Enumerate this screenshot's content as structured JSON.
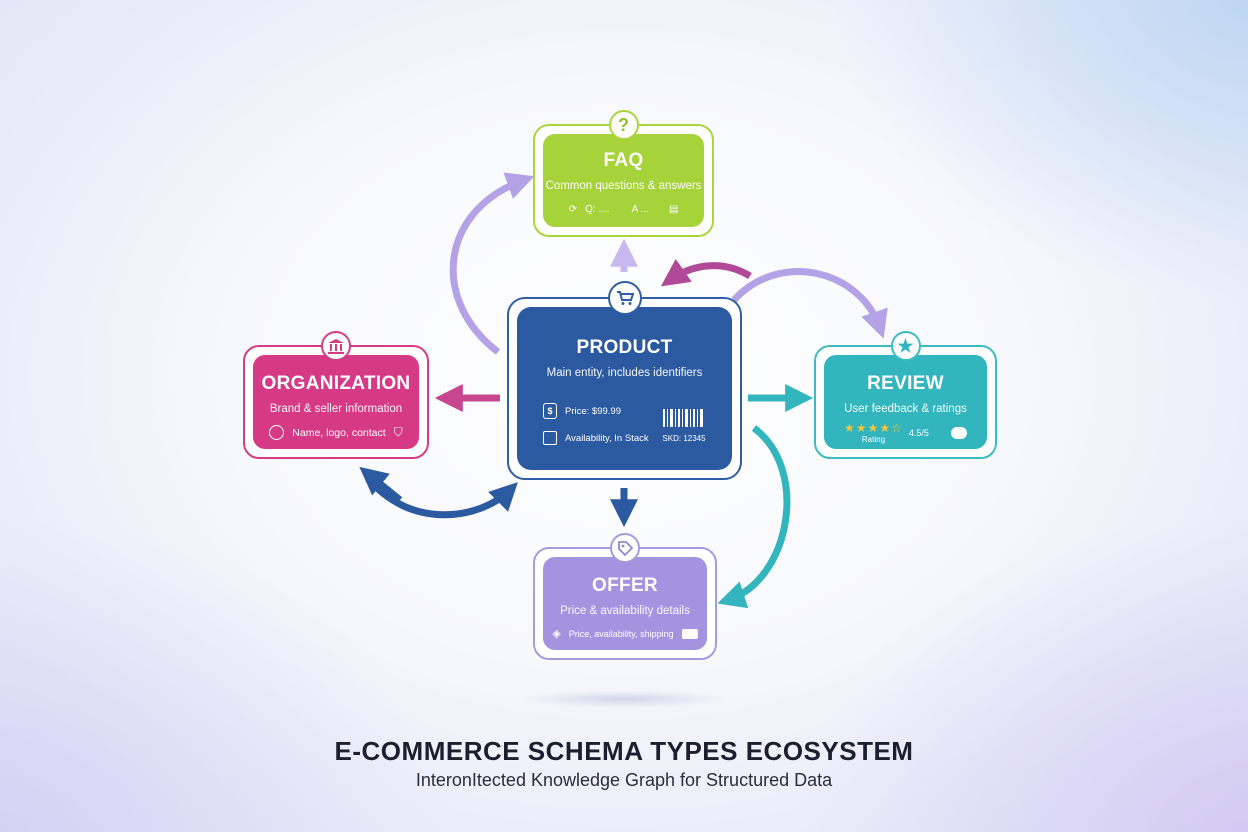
{
  "title": "E-COMMERCE SCHEMA TYPES ECOSYSTEM",
  "subtitle": "InteronItected Knowledge Graph for Structured Data",
  "colors": {
    "product": "#2c5aa0",
    "faq": "#a6d23a",
    "organization": "#d63a86",
    "review": "#33b5bd",
    "offer": "#a394df"
  },
  "nodes": {
    "faq": {
      "title": "FAQ",
      "description": "Common questions & answers",
      "q_label": "Q: ....",
      "a_label": "A ...",
      "icon": "question-icon"
    },
    "product": {
      "title": "PRODUCT",
      "description": "Main entity, includes identifiers",
      "price": "Price: $99.99",
      "availability": "Availability, In Stack",
      "sku": "SKD: 12345",
      "icon": "cart-icon"
    },
    "organization": {
      "title": "ORGANIZATION",
      "description": "Brand & seller information",
      "details": "Name, logo, contact",
      "icon": "building-icon"
    },
    "review": {
      "title": "REVIEW",
      "description": "User feedback & ratings",
      "rating_label": "Rating",
      "rating_value": "4.5/5",
      "stars": "★★★★☆",
      "icon": "star-icon"
    },
    "offer": {
      "title": "OFFER",
      "description": "Price & availability details",
      "details": "Price, availability, shipping",
      "icon": "tag-icon"
    }
  }
}
